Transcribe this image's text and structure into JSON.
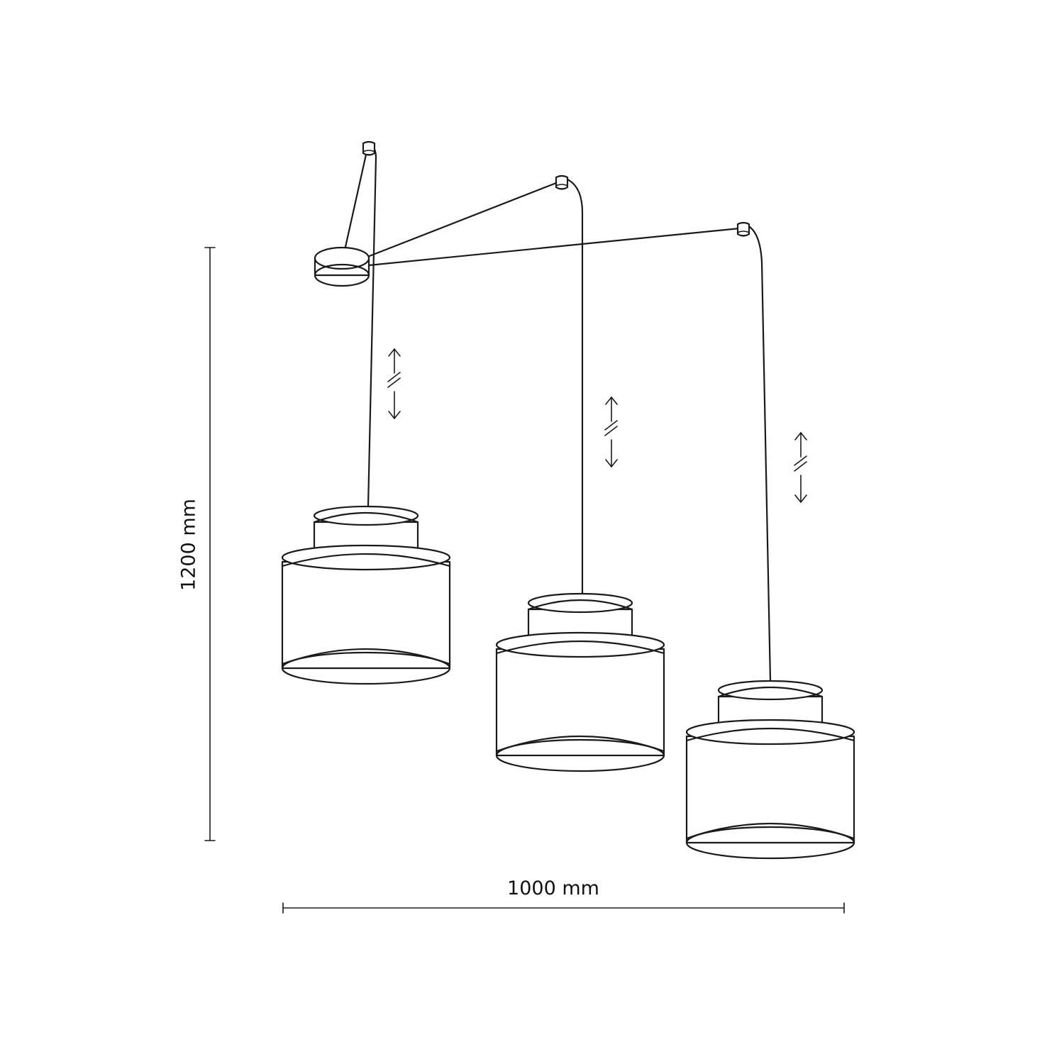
{
  "diagram": {
    "title": "Triple pendant lamp dimension drawing",
    "line_color": "#1a1a1a",
    "background": "#ffffff",
    "dimensions": {
      "width": {
        "label": "1000 mm",
        "value": 1000,
        "unit": "mm"
      },
      "height": {
        "label": "1200 mm",
        "value": 1200,
        "unit": "mm"
      }
    },
    "components": {
      "canopy": "round-ceiling-canopy",
      "ceiling_hooks": 3,
      "cables": 3,
      "shades": [
        {
          "id": 1,
          "shape": "double-tier drum",
          "position": "left"
        },
        {
          "id": 2,
          "shape": "double-tier drum",
          "position": "center"
        },
        {
          "id": 3,
          "shape": "double-tier drum",
          "position": "right"
        }
      ],
      "adjustment_indicators": [
        {
          "id": 1,
          "meaning": "adjustable cable length"
        },
        {
          "id": 2,
          "meaning": "adjustable cable length"
        },
        {
          "id": 3,
          "meaning": "adjustable cable length"
        }
      ]
    }
  }
}
